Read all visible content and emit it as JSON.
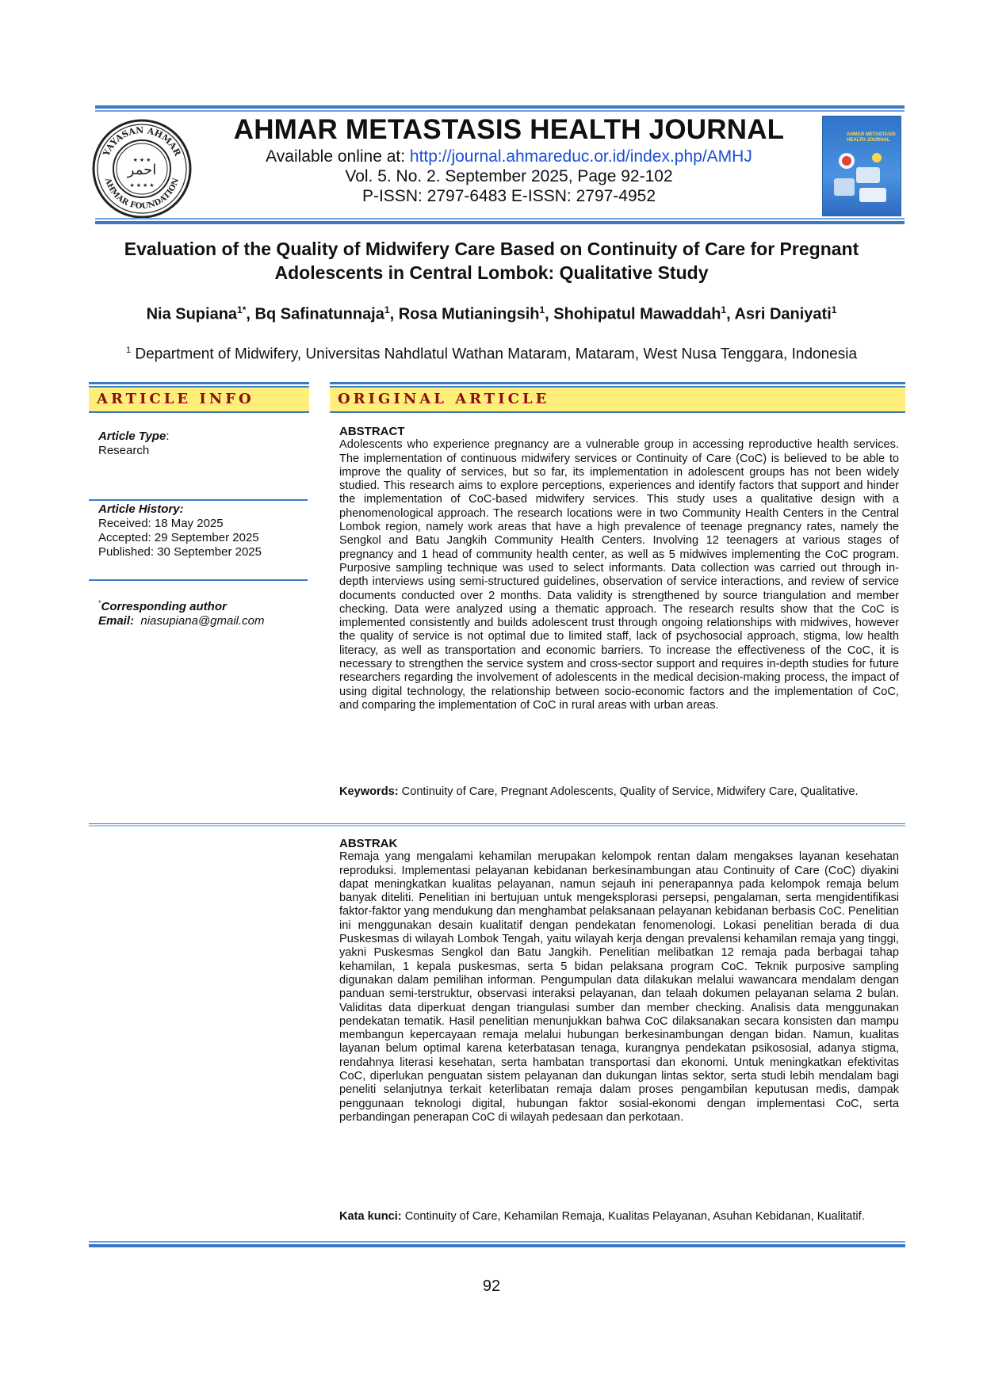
{
  "header": {
    "journal_title": "AHMAR METASTASIS HEALTH JOURNAL",
    "available_prefix": "Available online at: ",
    "url": "http://journal.ahmareduc.or.id/index.php/AMHJ",
    "volume": "Vol. 5. No. 2. September 2025, Page 92-102",
    "issn": "P-ISSN: 2797-6483  E-ISSN: 2797-4952",
    "logo_text_top": "YAYASAN AHMAR",
    "logo_text_bottom": "AHMAR FOUNDATION",
    "logo_center": "احمر",
    "cover_title": "AHMAR METASTASIS HEALTH JOURNAL"
  },
  "paper": {
    "title_line1": "Evaluation of the Quality of Midwifery Care Based on Continuity of Care for Pregnant",
    "title_line2": "Adolescents in Central Lombok: Qualitative Study",
    "authors": [
      {
        "name": "Nia Supiana",
        "sup": "1*",
        "sep": ", "
      },
      {
        "name": "Bq Safinatunnaja",
        "sup": "1",
        "sep": ", "
      },
      {
        "name": "Rosa Mutianingsih",
        "sup": "1",
        "sep": ", "
      },
      {
        "name": "Shohipatul Mawaddah",
        "sup": "1",
        "sep": ", "
      },
      {
        "name": "Asri Daniyati",
        "sup": "1",
        "sep": ""
      }
    ],
    "affiliation_sup": "1",
    "affiliation": " Department of Midwifery, Universitas Nahdlatul Wathan Mataram, Mataram, West Nusa Tenggara, Indonesia"
  },
  "info": {
    "bar_label": "ARTICLE INFO",
    "type_label": "Article Type",
    "type_colon": ":",
    "type_value": "Research",
    "history_label": "Article History:",
    "received": "Received: 18 May 2025",
    "accepted": "Accepted: 29 September 2025",
    "published": "Published: 30 September 2025",
    "corr_sup": "*",
    "corr_label": "Corresponding author",
    "email_label": "Email:",
    "email_value": "niasupiana@gmail.com"
  },
  "article": {
    "bar_label": "ORIGINAL ARTICLE",
    "abstract_heading": "ABSTRACT",
    "abstract_text": "Adolescents who experience pregnancy are a vulnerable group in accessing reproductive health services. The implementation of continuous midwifery services or Continuity of Care (CoC) is believed to be able to improve the quality of services, but so far, its implementation in adolescent groups has not been widely studied. This research aims to explore perceptions, experiences and identify factors that support and hinder the implementation of CoC-based midwifery services. This study uses a qualitative design with a phenomenological approach. The research locations were in two Community Health Centers in the Central Lombok region, namely work areas that have a high prevalence of teenage pregnancy rates, namely the Sengkol and Batu Jangkih Community Health Centers. Involving 12 teenagers at various stages of pregnancy and 1 head of community health center, as well as 5 midwives implementing the CoC program. Purposive sampling technique was used to select informants. Data collection was carried out through in-depth interviews using semi-structured guidelines, observation of service interactions, and review of service documents conducted over 2 months. Data validity is strengthened by source triangulation and member checking. Data were analyzed using a thematic approach. The research results show that the CoC is implemented consistently and builds adolescent trust through ongoing relationships with midwives, however the quality of service is not optimal due to limited staff, lack of psychosocial approach, stigma, low health literacy, as well as transportation and economic barriers. To increase the effectiveness of the CoC, it is necessary to strengthen the service system and cross-sector support and requires in-depth studies for future researchers regarding the involvement of adolescents in the medical decision-making process, the impact of using digital technology, the relationship between socio-economic factors and the implementation of CoC, and comparing the implementation of CoC in rural areas with urban areas.",
    "keywords_label": "Keywords:",
    "keywords_text": " Continuity of Care, Pregnant Adolescents, Quality of Service, Midwifery Care, Qualitative.",
    "abstrak_heading": "ABSTRAK",
    "abstrak_text": "Remaja yang mengalami kehamilan merupakan kelompok rentan dalam mengakses layanan kesehatan reproduksi. Implementasi pelayanan kebidanan berkesinambungan atau Continuity of Care (CoC) diyakini dapat meningkatkan kualitas pelayanan, namun sejauh ini penerapannya pada kelompok remaja belum banyak diteliti. Penelitian ini bertujuan untuk mengeksplorasi persepsi, pengalaman, serta mengidentifikasi faktor-faktor yang mendukung dan menghambat pelaksanaan pelayanan kebidanan berbasis CoC. Penelitian ini menggunakan desain kualitatif dengan pendekatan fenomenologi. Lokasi penelitian berada di dua Puskesmas di wilayah Lombok Tengah, yaitu wilayah kerja dengan prevalensi kehamilan remaja yang tinggi, yakni Puskesmas Sengkol dan Batu Jangkih. Penelitian melibatkan 12 remaja pada berbagai tahap kehamilan, 1 kepala puskesmas, serta 5 bidan pelaksana program CoC. Teknik purposive sampling digunakan dalam pemilihan informan. Pengumpulan data dilakukan melalui wawancara mendalam dengan panduan semi-terstruktur, observasi interaksi pelayanan, dan telaah dokumen pelayanan selama 2 bulan. Validitas data diperkuat dengan triangulasi sumber dan member checking. Analisis data menggunakan pendekatan tematik. Hasil penelitian menunjukkan bahwa CoC dilaksanakan secara konsisten dan mampu membangun kepercayaan remaja melalui hubungan berkesinambungan dengan bidan. Namun, kualitas layanan belum optimal karena keterbatasan tenaga, kurangnya pendekatan psikososial, adanya stigma, rendahnya literasi kesehatan, serta hambatan transportasi dan ekonomi. Untuk meningkatkan efektivitas CoC, diperlukan penguatan sistem pelayanan dan dukungan lintas sektor, serta studi lebih mendalam bagi peneliti selanjutnya terkait keterlibatan remaja dalam proses pengambilan keputusan medis, dampak penggunaan teknologi digital, hubungan faktor sosial-ekonomi dengan implementasi CoC, serta perbandingan penerapan CoC di wilayah pedesaan dan perkotaan.",
    "katakunci_label": "Kata kunci:",
    "katakunci_text": " Continuity of Care, Kehamilan Remaja, Kualitas Pelayanan, Asuhan Kebidanan, Kualitatif."
  },
  "footer": {
    "page_number": "92"
  },
  "colors": {
    "rule_blue": "#3a78c8",
    "bar_yellow": "#ffef7a",
    "bar_text": "#8a1010",
    "link_blue": "#1a4fd6"
  }
}
